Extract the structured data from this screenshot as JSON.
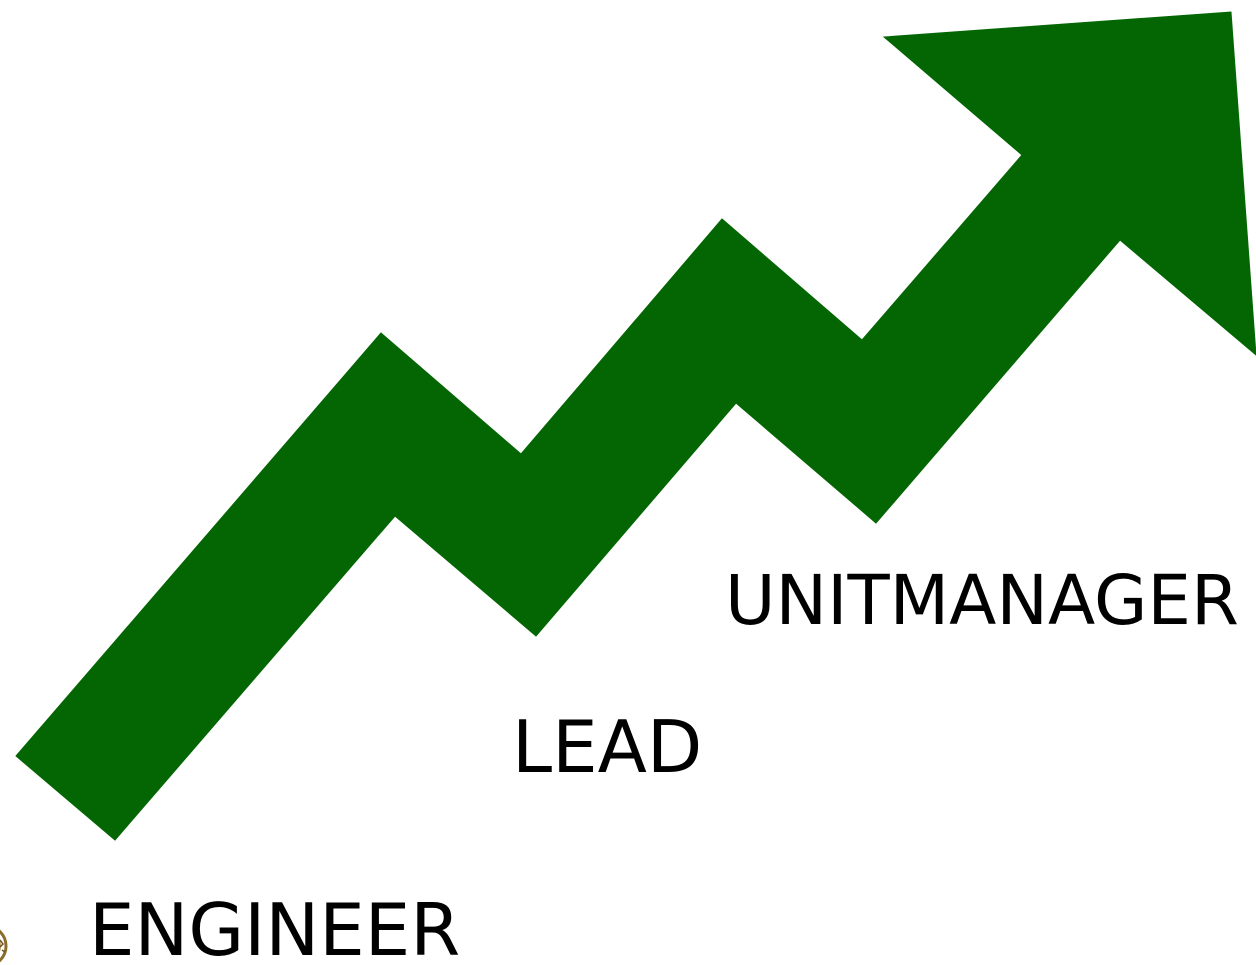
{
  "diagram": {
    "stages": [
      {
        "id": "engineer",
        "label": "ENGINEER"
      },
      {
        "id": "lead",
        "label": "LEAD"
      },
      {
        "id": "unit_manager",
        "label": "UNITMANAGER"
      }
    ],
    "arrow_direction": "up-right",
    "arrow_shape": "zigzag",
    "colors": {
      "arrow": "#036603",
      "text": "#000000",
      "background": "#ffffff"
    },
    "partial_graphic": "seal-fragment at bottom-left edge"
  }
}
